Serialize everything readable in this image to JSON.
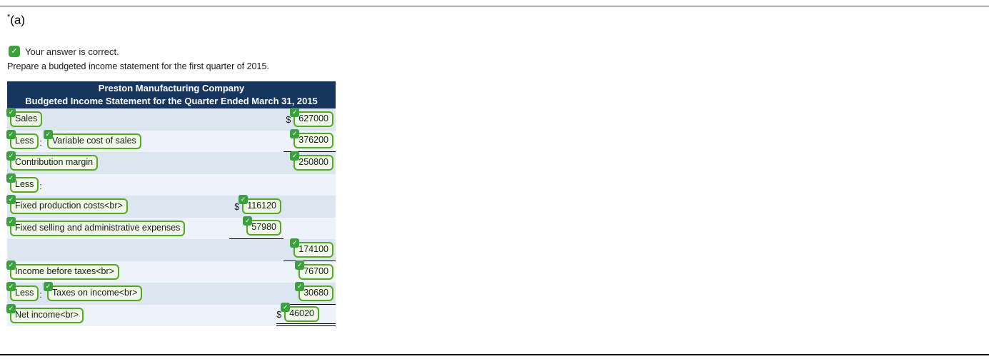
{
  "page": {
    "heading_star": "*",
    "heading_label": "(a)"
  },
  "icons": {
    "check": "✓"
  },
  "feedback": {
    "text": "Your answer is correct."
  },
  "instruction": "Prepare a budgeted income statement for the first quarter of 2015.",
  "colors": {
    "header_bg": "#17365d",
    "row_dark": "#dce6f1",
    "row_light": "#eef3fb",
    "box_border": "#55a820",
    "box_fill": "#f0f9e7",
    "badge_green": "#3aa23a",
    "underline": "#000000"
  },
  "statement": {
    "title_line1": "Preston Manufacturing Company",
    "title_line2": "Budgeted Income Statement for the Quarter Ended March 31, 2015",
    "rows": [
      {
        "name": "sales",
        "labels": [
          {
            "text": "Sales",
            "sep": ""
          }
        ],
        "right": {
          "prefix": "$",
          "value": "627000"
        }
      },
      {
        "name": "variable-cost-of-sales",
        "labels": [
          {
            "text": "Less",
            "sep": ":"
          },
          {
            "text": "Variable cost of sales",
            "sep": ""
          }
        ],
        "right": {
          "prefix": "",
          "value": "376200"
        },
        "right_underline": "single"
      },
      {
        "name": "contribution-margin",
        "labels": [
          {
            "text": "Contribution margin",
            "sep": ""
          }
        ],
        "right": {
          "prefix": "",
          "value": "250800"
        }
      },
      {
        "name": "less",
        "labels": [
          {
            "text": "Less",
            "sep": ":"
          }
        ]
      },
      {
        "name": "fixed-production-costs",
        "labels": [
          {
            "text": "Fixed production costs<br>",
            "sep": ""
          }
        ],
        "mid": {
          "prefix": "$",
          "value": "116120"
        }
      },
      {
        "name": "fixed-selling-admin-expenses",
        "labels": [
          {
            "text": "Fixed selling and administrative expenses",
            "sep": ""
          }
        ],
        "mid": {
          "prefix": "",
          "value": "57980"
        },
        "mid_underline": "single"
      },
      {
        "name": "total-fixed-costs",
        "labels": [],
        "right": {
          "prefix": "",
          "value": "174100"
        },
        "right_underline": "single"
      },
      {
        "name": "income-before-taxes",
        "labels": [
          {
            "text": "Income before taxes<br>",
            "sep": ""
          }
        ],
        "right": {
          "prefix": "",
          "value": "76700"
        }
      },
      {
        "name": "taxes-on-income",
        "labels": [
          {
            "text": "Less",
            "sep": ":"
          },
          {
            "text": "Taxes on income<br>",
            "sep": ""
          }
        ],
        "right": {
          "prefix": "",
          "value": "30680"
        },
        "right_underline": "single"
      },
      {
        "name": "net-income",
        "labels": [
          {
            "text": "Net income<br>",
            "sep": ""
          }
        ],
        "right": {
          "prefix": "$",
          "value": "46020"
        },
        "right_underline": "double",
        "right_shift": true
      }
    ]
  }
}
